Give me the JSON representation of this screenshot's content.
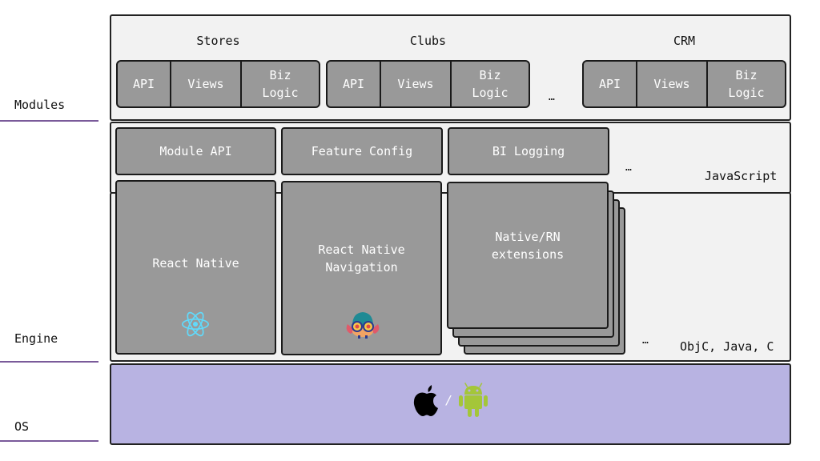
{
  "layers": {
    "modules_label": "Modules",
    "engine_label": "Engine",
    "os_label": "OS"
  },
  "modules": {
    "groups": [
      {
        "title": "Stores",
        "cells": [
          "API",
          "Views",
          "Biz\nLogic"
        ]
      },
      {
        "title": "Clubs",
        "cells": [
          "API",
          "Views",
          "Biz\nLogic"
        ]
      },
      {
        "title": "CRM",
        "cells": [
          "API",
          "Views",
          "Biz\nLogic"
        ]
      }
    ],
    "ellipsis": "…"
  },
  "javascript": {
    "boxes": [
      "Module API",
      "Feature Config",
      "BI Logging"
    ],
    "ellipsis": "…",
    "language_label": "JavaScript"
  },
  "native": {
    "boxes": [
      {
        "label": "React Native",
        "icon": "react-logo-icon"
      },
      {
        "label": "React Native\nNavigation",
        "icon": "react-native-navigation-mascot-icon"
      },
      {
        "label": "Native/RN\nextensions",
        "icon": "stacked-cards-icon"
      }
    ],
    "ellipsis": "…",
    "language_label": "ObjC, Java, C"
  },
  "os": {
    "icons": [
      "apple-logo-icon",
      "android-logo-icon"
    ],
    "separator": "/"
  },
  "colors": {
    "panel_bg": "#f2f2f2",
    "box_bg": "#999999",
    "os_bg": "#b8b3e2",
    "divider_line": "#7a5a9a",
    "react_blue": "#61dafb",
    "android_green": "#a4c639"
  }
}
